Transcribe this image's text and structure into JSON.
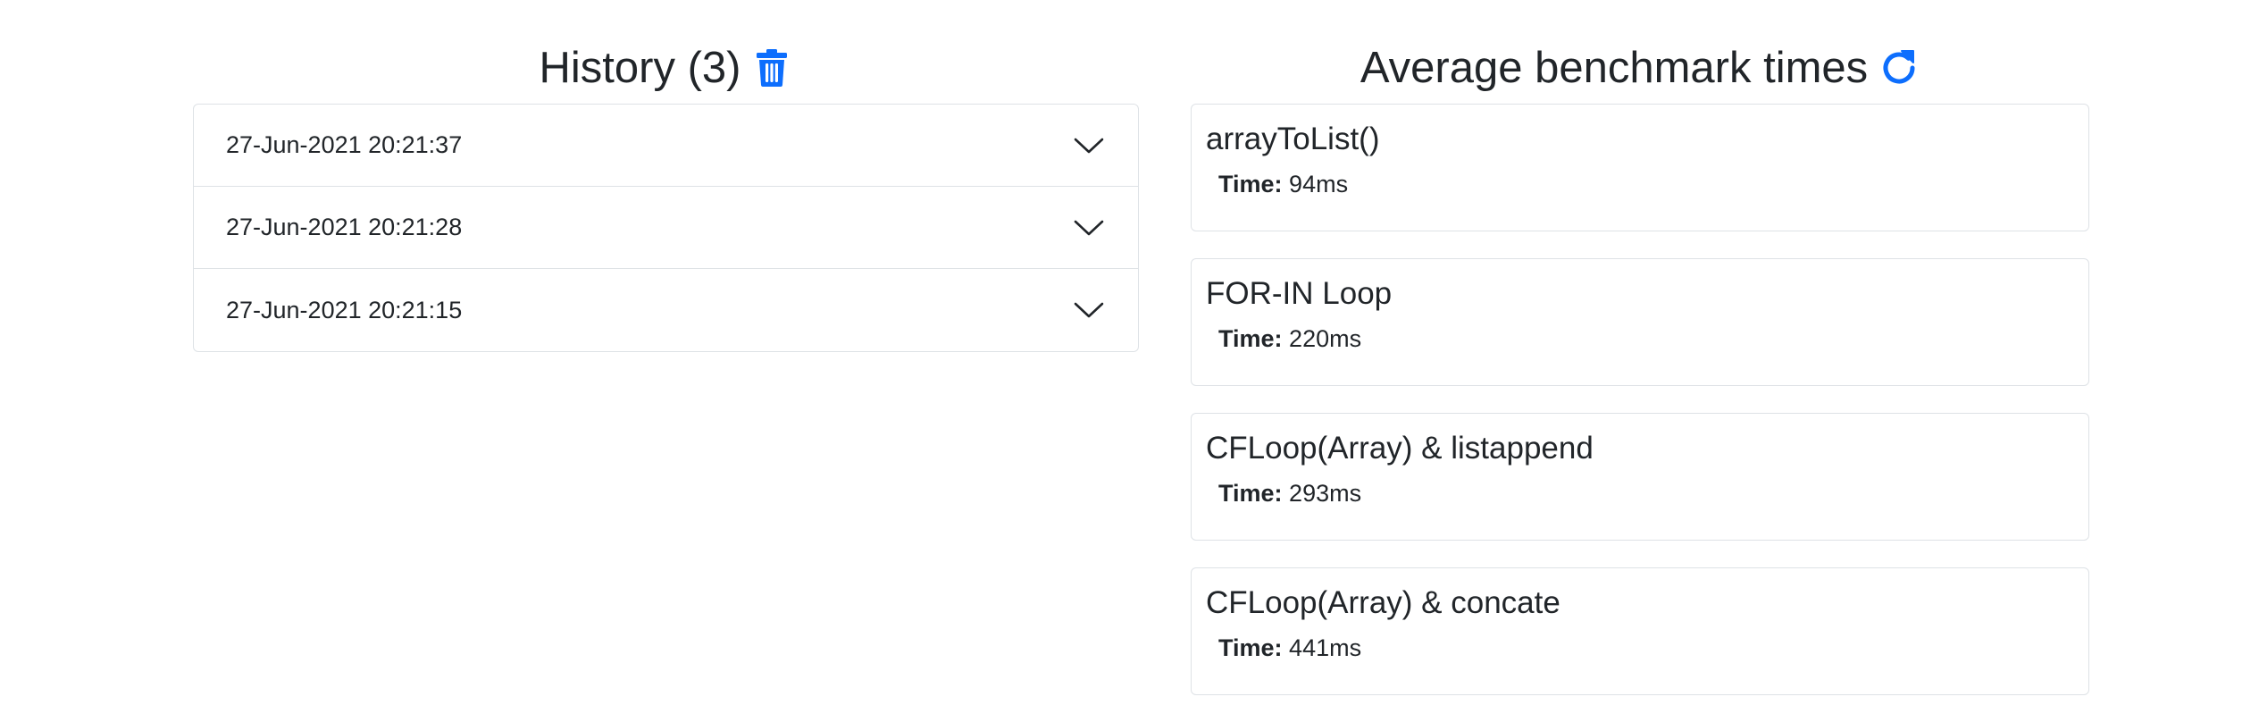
{
  "history": {
    "title": "History (3)",
    "clear_icon": "trash-icon",
    "items": [
      {
        "timestamp": "27-Jun-2021 20:21:37"
      },
      {
        "timestamp": "27-Jun-2021 20:21:28"
      },
      {
        "timestamp": "27-Jun-2021 20:21:15"
      }
    ]
  },
  "benchmarks": {
    "title": "Average benchmark times",
    "refresh_icon": "refresh-icon",
    "time_label": "Time:",
    "items": [
      {
        "name": "arrayToList()",
        "time": "94ms"
      },
      {
        "name": "FOR-IN Loop",
        "time": "220ms"
      },
      {
        "name": "CFLoop(Array) & listappend",
        "time": "293ms"
      },
      {
        "name": "CFLoop(Array) & concate",
        "time": "441ms"
      }
    ]
  },
  "colors": {
    "accent": "#0d6efd",
    "text": "#212529",
    "border": "#dee2e6"
  }
}
